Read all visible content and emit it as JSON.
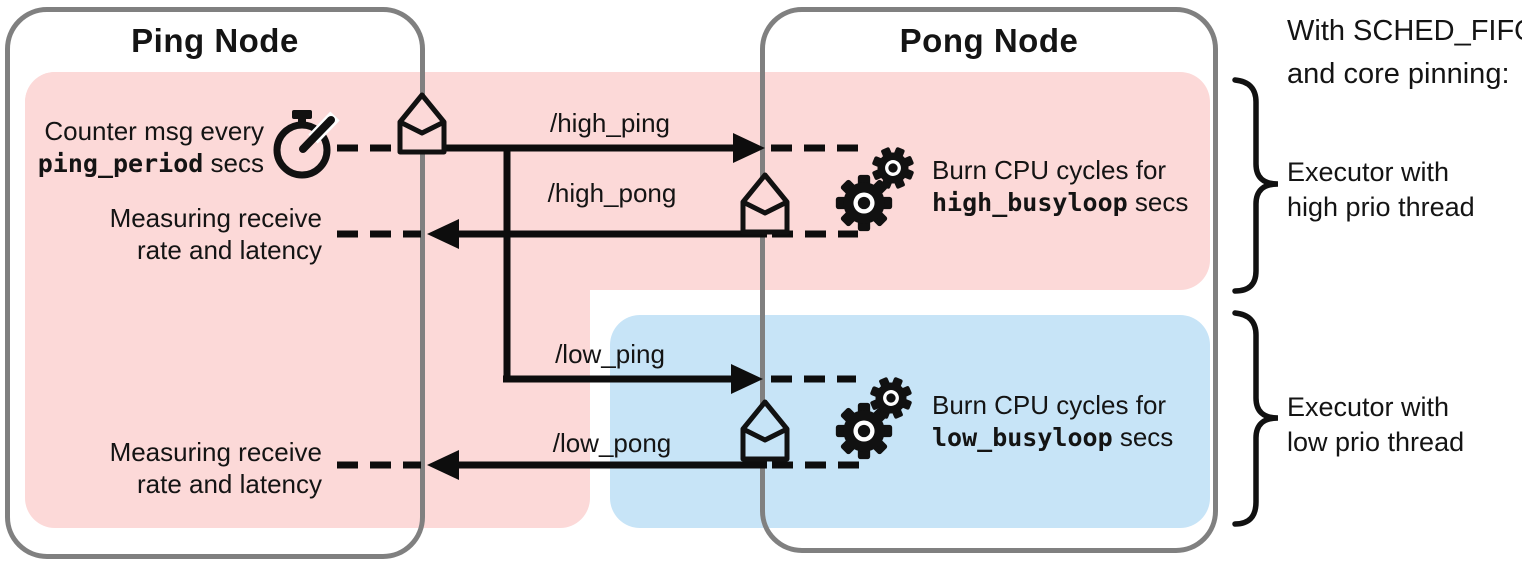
{
  "colors": {
    "high_prio_bg": "#fcd9d8",
    "low_prio_bg": "#c7e4f7",
    "node_border": "#808080",
    "ink": "#111111"
  },
  "ping_node": {
    "title": "Ping Node",
    "timer_caption_line1": "Counter msg every",
    "timer_param": "ping_period",
    "timer_caption_suffix": " secs",
    "measure_high": {
      "line1": "Measuring receive",
      "line2": "rate and latency"
    },
    "measure_low": {
      "line1": "Measuring receive",
      "line2": "rate and latency"
    }
  },
  "pong_node": {
    "title": "Pong Node",
    "burn_high": {
      "line1": "Burn CPU cycles for",
      "param": "high_busyloop",
      "suffix": " secs"
    },
    "burn_low": {
      "line1": "Burn CPU cycles for",
      "param": "low_busyloop",
      "suffix": " secs"
    }
  },
  "topics": {
    "high_ping": "/high_ping",
    "high_pong": "/high_pong",
    "low_ping": "/low_ping",
    "low_pong": "/low_pong"
  },
  "annotations": {
    "header_line1": "With SCHED_FIFO",
    "header_line2": "and core pinning:",
    "executor_high": {
      "line1": "Executor with",
      "line2": "high prio thread"
    },
    "executor_low": {
      "line1": "Executor with",
      "line2": "low prio thread"
    }
  },
  "icons": {
    "timer": "stopwatch",
    "message": "envelope",
    "busy": "gears"
  }
}
